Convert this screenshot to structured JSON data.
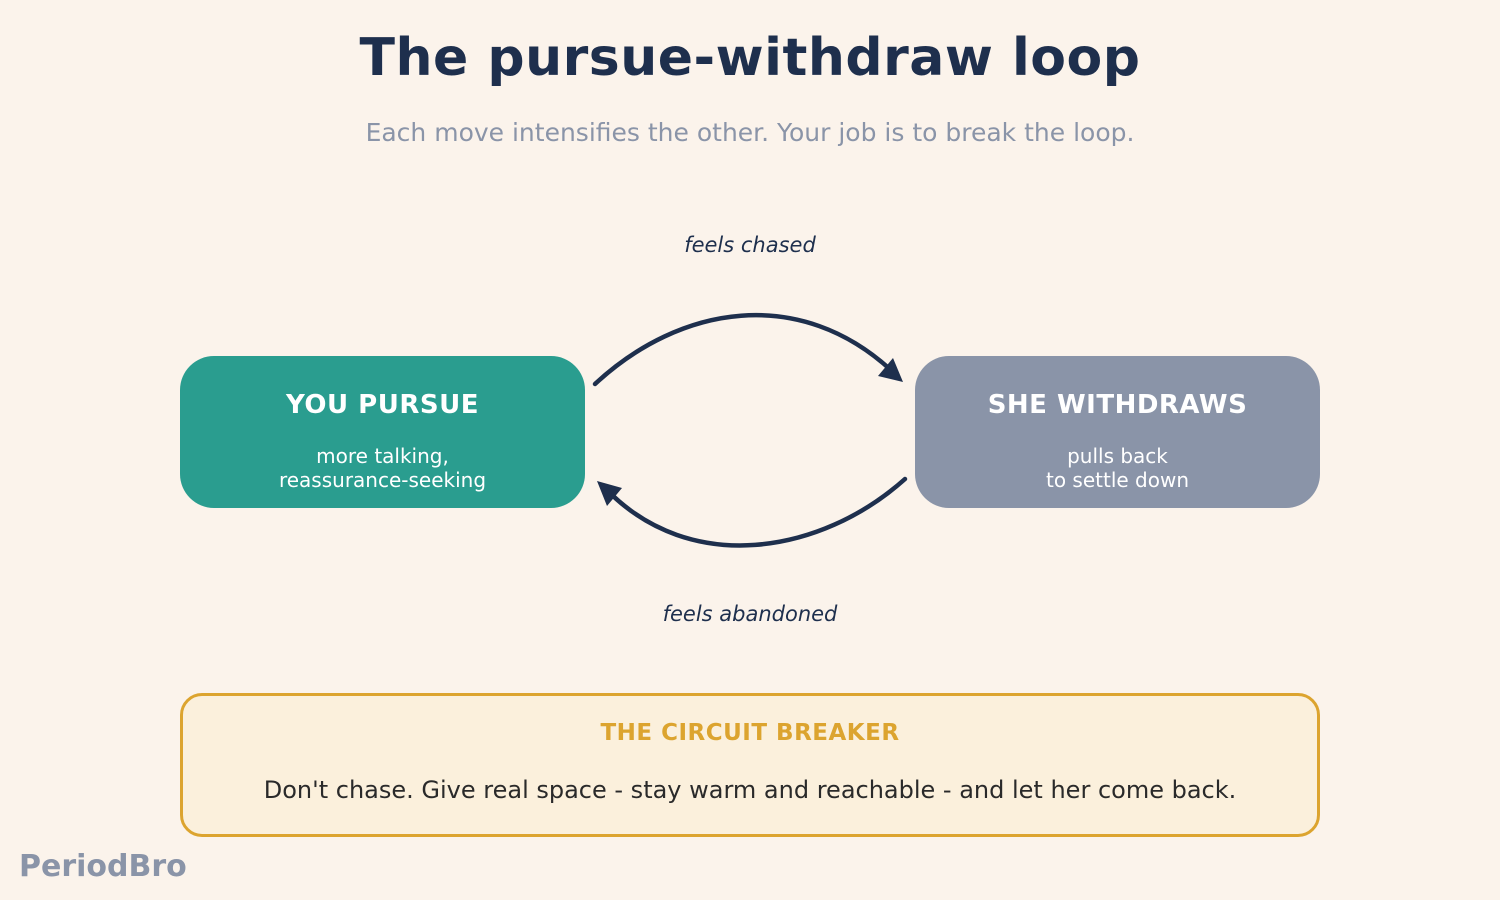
{
  "header": {
    "title": "The pursue-withdraw loop",
    "subtitle": "Each move intensifies the other. Your job is to break the loop."
  },
  "nodes": {
    "you": {
      "title": "YOU PURSUE",
      "description": "more talking,\nreassurance-seeking"
    },
    "her": {
      "title": "SHE WITHDRAWS",
      "description": "pulls back\nto settle down"
    }
  },
  "edges": {
    "top_label": "feels chased",
    "bottom_label": "feels abandoned"
  },
  "circuit_breaker": {
    "title": "THE CIRCUIT BREAKER",
    "text": "Don't chase. Give real space - stay warm and reachable - and let her come back."
  },
  "brand": "PeriodBro",
  "colors": {
    "pursue": "#2A9D8F",
    "withdraw": "#8A94A8",
    "arrow": "#1E2F4D",
    "breaker_accent": "#DCA42F",
    "background": "#FBF3EB"
  }
}
